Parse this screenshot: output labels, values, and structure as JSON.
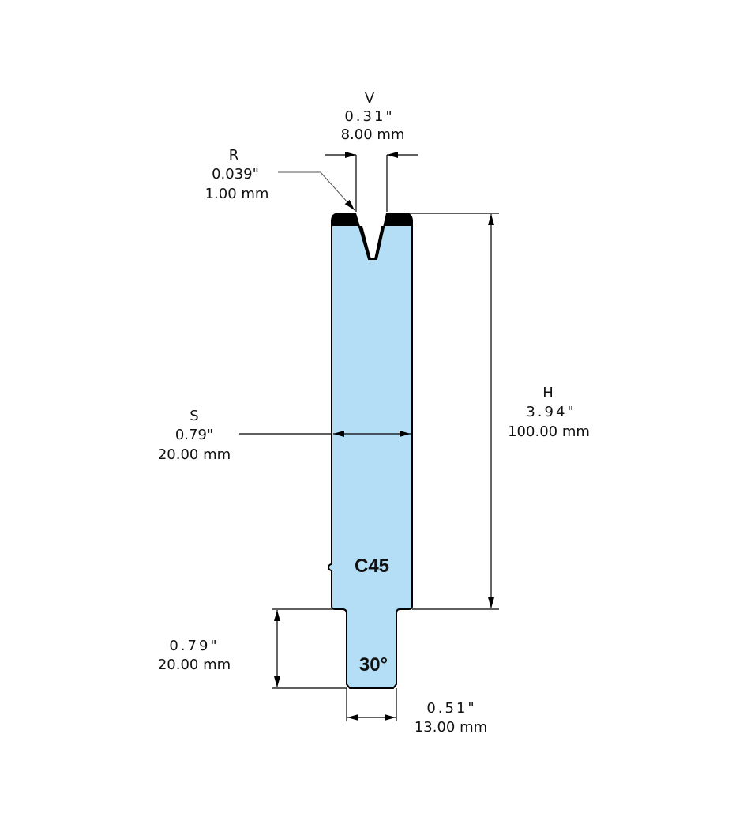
{
  "dimensions": {
    "v": {
      "label": "V",
      "inch": "0.31\"",
      "mm": "8.00 mm"
    },
    "r": {
      "label": "R",
      "inch": "0.039\"",
      "mm": "1.00 mm"
    },
    "s": {
      "label": "S",
      "inch": "0.79\"",
      "mm": "20.00 mm"
    },
    "h": {
      "label": "H",
      "inch": "3.94\"",
      "mm": "100.00 mm"
    },
    "tang_height": {
      "inch": "0.79\"",
      "mm": "20.00 mm"
    },
    "tang_width": {
      "inch": "0.51\"",
      "mm": "13.00 mm"
    }
  },
  "material": "C45",
  "angle": "30°",
  "colors": {
    "body": "#b3def5",
    "cap": "#000000"
  }
}
